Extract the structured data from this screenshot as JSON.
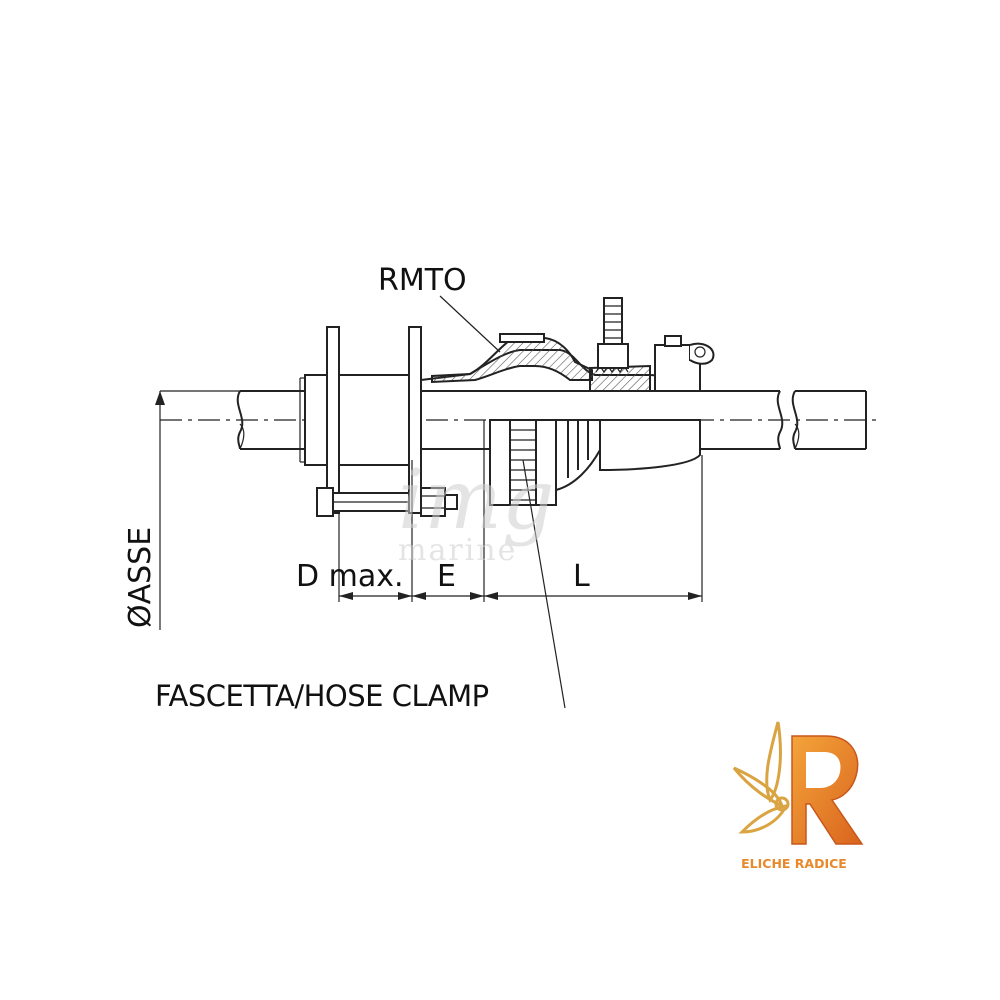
{
  "labels": {
    "rmto": "RMTO",
    "asse": "ØASSE",
    "d_max": "D max.",
    "e": "E",
    "l": "L",
    "hose_clamp": "FASCETTA/HOSE CLAMP"
  },
  "watermark": {
    "line1": "img",
    "line2": "marine"
  },
  "logo": {
    "letter": "R",
    "brand": "ELICHE RADICE",
    "colors": {
      "gold": "#d9a441",
      "orange": "#e8892b"
    }
  }
}
